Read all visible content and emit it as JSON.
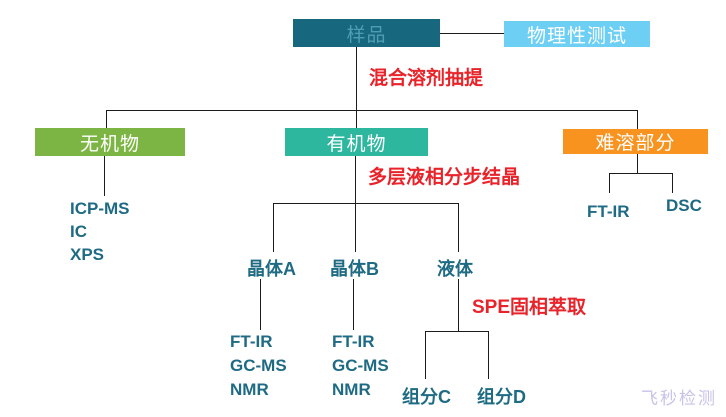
{
  "diagram": {
    "root": {
      "label": "样品"
    },
    "physical_test": {
      "label": "物理性测试"
    },
    "steps": {
      "extraction": "混合溶剂抽提",
      "crystallization": "多层液相分步结晶",
      "spe": "SPE固相萃取"
    },
    "branches": {
      "inorganic": {
        "label": "无机物",
        "methods": [
          "ICP-MS",
          "IC",
          "XPS"
        ]
      },
      "organic": {
        "label": "有机物",
        "children": {
          "crystalA": {
            "label": "晶体A",
            "methods": [
              "FT-IR",
              "GC-MS",
              "NMR"
            ]
          },
          "crystalB": {
            "label": "晶体B",
            "methods": [
              "FT-IR",
              "GC-MS",
              "NMR"
            ]
          },
          "liquid": {
            "label": "液体",
            "children": {
              "fractionC": {
                "label": "组分C"
              },
              "fractionD": {
                "label": "组分D"
              }
            }
          }
        }
      },
      "insoluble": {
        "label": "难溶部分",
        "methods": [
          "FT-IR",
          "DSC"
        ]
      }
    }
  },
  "watermark": "飞秒检测",
  "colors": {
    "root_box": "#17687e",
    "root_text": "#4f9db3",
    "physical_box": "#6ecff5",
    "inorganic_box": "#7db544",
    "organic_box": "#2eb79f",
    "insoluble_box": "#f89320",
    "label_text": "#1e6b83",
    "step_text": "#e8232a",
    "line": "#1c1c1c",
    "watermark": "#c9c2ea"
  }
}
